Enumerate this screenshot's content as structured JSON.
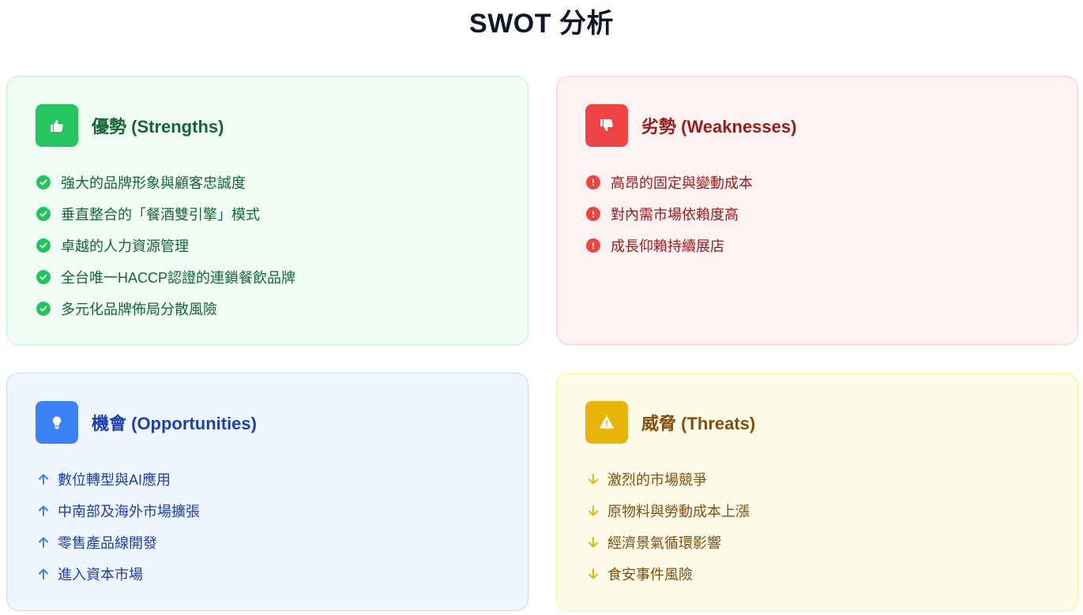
{
  "page": {
    "title": "SWOT 分析"
  },
  "colors": {
    "strengths": "#22c55e",
    "weaknesses": "#ef4444",
    "opportunities": "#3b82f6",
    "threats": "#eab308"
  },
  "strengths": {
    "icon": "thumbs-up-icon",
    "marker_icon": "check-circle-icon",
    "heading": "優勢 (Strengths)",
    "items": [
      "強大的品牌形象與顧客忠誠度",
      "垂直整合的「餐酒雙引擎」模式",
      "卓越的人力資源管理",
      "全台唯一HACCP認證的連鎖餐飲品牌",
      "多元化品牌佈局分散風險"
    ]
  },
  "weaknesses": {
    "icon": "thumbs-down-icon",
    "marker_icon": "exclamation-circle-icon",
    "heading": "劣勢 (Weaknesses)",
    "items": [
      "高昂的固定與變動成本",
      "對內需市場依賴度高",
      "成長仰賴持續展店"
    ]
  },
  "opportunities": {
    "icon": "lightbulb-icon",
    "marker_icon": "arrow-up-icon",
    "heading": "機會 (Opportunities)",
    "items": [
      "數位轉型與AI應用",
      "中南部及海外市場擴張",
      "零售產品線開發",
      "進入資本市場"
    ]
  },
  "threats": {
    "icon": "warning-triangle-icon",
    "marker_icon": "arrow-down-icon",
    "heading": "威脅 (Threats)",
    "items": [
      "激烈的市場競爭",
      "原物料與勞動成本上漲",
      "經濟景氣循環影響",
      "食安事件風險"
    ]
  }
}
